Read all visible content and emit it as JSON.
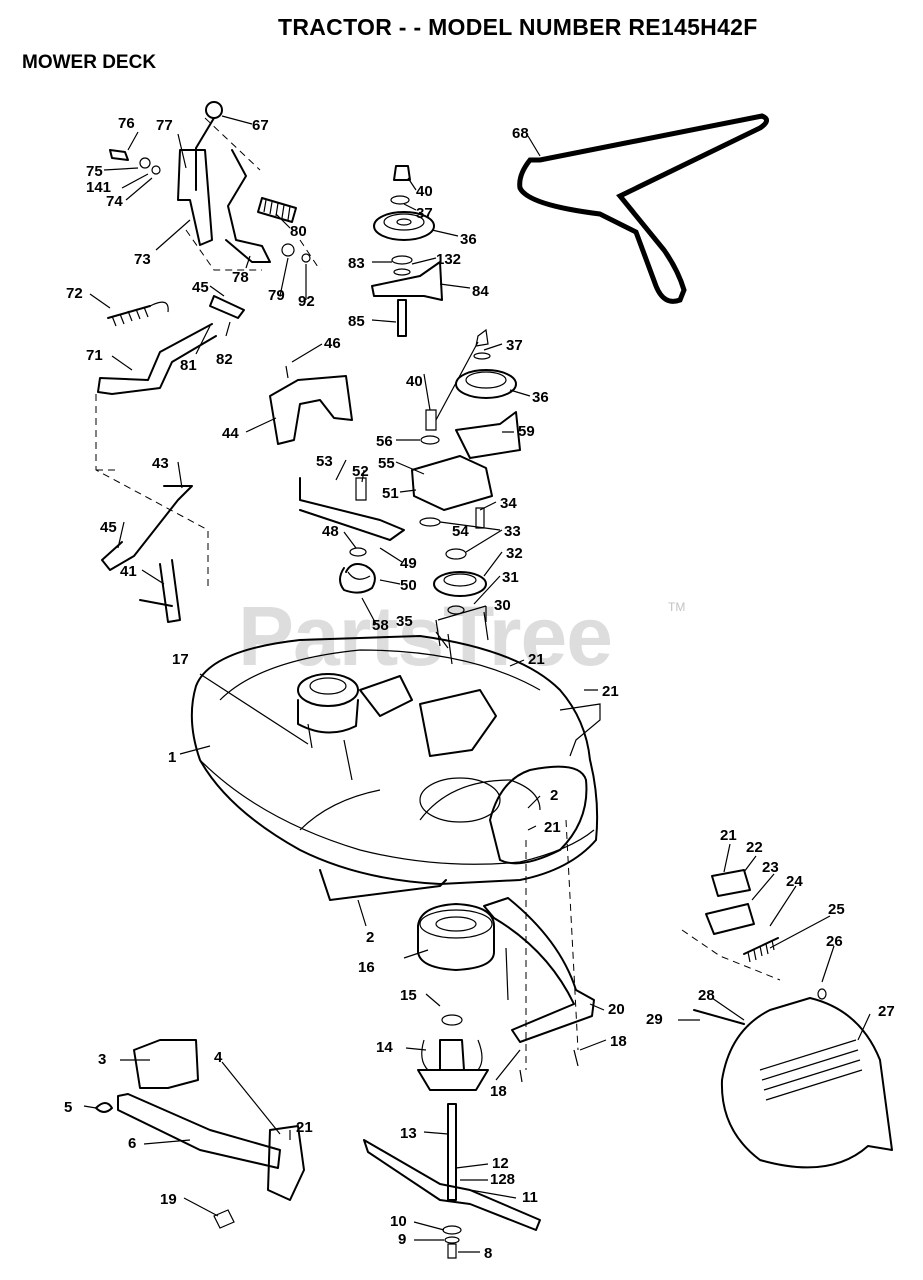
{
  "header": {
    "title": "TRACTOR - - MODEL NUMBER RE145H42F",
    "section": "MOWER DECK"
  },
  "watermark": {
    "text": "PartsTree",
    "trademark": "TM"
  },
  "callouts": [
    "76",
    "77",
    "67",
    "75",
    "141",
    "74",
    "80",
    "73",
    "78",
    "79",
    "92",
    "72",
    "45",
    "82",
    "81",
    "71",
    "46",
    "44",
    "43",
    "45",
    "41",
    "68",
    "40",
    "37",
    "36",
    "83",
    "132",
    "84",
    "85",
    "37",
    "40",
    "36",
    "56",
    "55",
    "59",
    "53",
    "52",
    "51",
    "34",
    "54",
    "48",
    "33",
    "49",
    "32",
    "50",
    "31",
    "58",
    "30",
    "35",
    "21",
    "21",
    "17",
    "1",
    "2",
    "21",
    "21",
    "22",
    "23",
    "24",
    "25",
    "26",
    "2",
    "16",
    "15",
    "20",
    "28",
    "29",
    "27",
    "14",
    "18",
    "18",
    "3",
    "4",
    "5",
    "6",
    "21",
    "13",
    "12",
    "128",
    "11",
    "19",
    "10",
    "9",
    "8"
  ]
}
